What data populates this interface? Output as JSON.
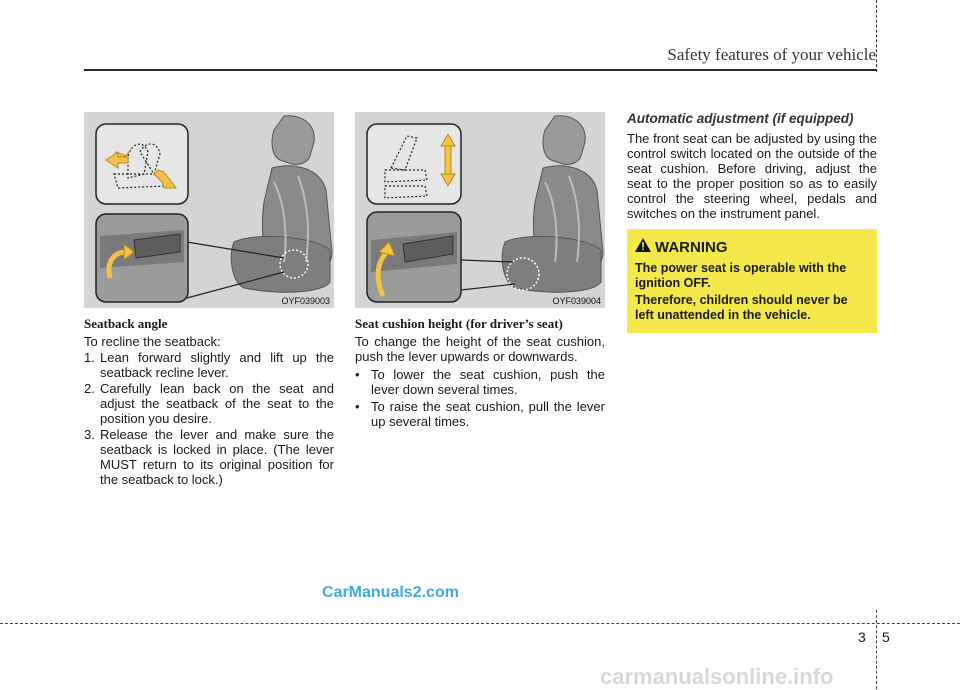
{
  "header": {
    "title": "Safety features of your vehicle"
  },
  "figures": [
    {
      "code": "OYF039003"
    },
    {
      "code": "OYF039004"
    }
  ],
  "seatback": {
    "heading": "Seatback angle",
    "intro": "To recline the seatback:",
    "steps": [
      {
        "marker": "1.",
        "text": "Lean forward slightly and lift up the seatback recline lever."
      },
      {
        "marker": "2.",
        "text": "Carefully lean back on the seat and adjust the seatback of the seat to the position you desire."
      },
      {
        "marker": "3.",
        "text": "Release the lever and make sure the seatback is locked in place. (The lever MUST return to its original position for the seatback to lock.)"
      }
    ]
  },
  "cushion": {
    "heading": "Seat cushion height (for driver’s seat)",
    "intro": "To change the height of the seat cushion, push the lever upwards or downwards.",
    "bullets": [
      {
        "marker": "•",
        "text": "To lower the seat cushion, push the lever down several times."
      },
      {
        "marker": "•",
        "text": "To raise the seat cushion, pull the lever up several times."
      }
    ]
  },
  "automatic": {
    "heading": "Automatic adjustment (if equipped)",
    "text": "The front seat can be adjusted by using the control switch located on the outside of the seat cushion. Before driving, adjust the seat to the proper position so as to easily control the steering wheel, pedals and switches on the instrument panel."
  },
  "warning": {
    "icon": "warning-triangle-icon",
    "title": "WARNING",
    "lines": [
      "The power seat is operable with the ignition OFF.",
      "Therefore, children should never be left unattended in the vehicle."
    ],
    "color": "#f5e84a"
  },
  "footer": {
    "chapter": "3",
    "page": "5",
    "watermark": "CarManuals2.com",
    "site": "carmanualsonline.info"
  }
}
